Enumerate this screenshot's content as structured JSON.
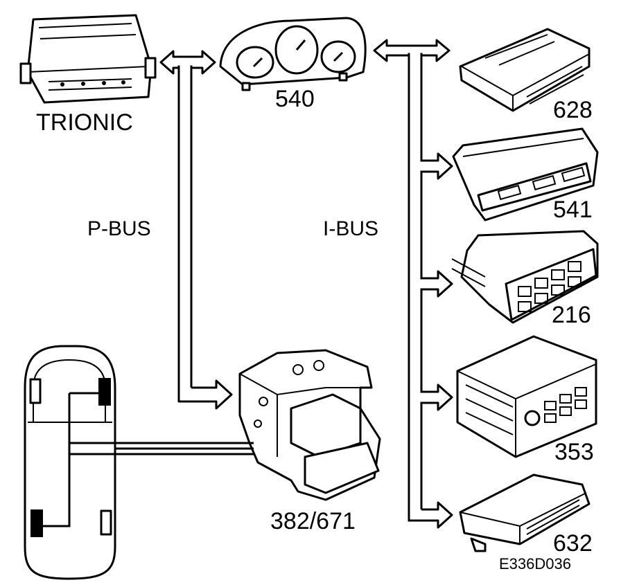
{
  "labels": {
    "trionic": "TRIONIC",
    "p_bus": "P-BUS",
    "i_bus": "I-BUS",
    "unit_540": "540",
    "unit_628": "628",
    "unit_541": "541",
    "unit_216": "216",
    "unit_353": "353",
    "unit_632": "632",
    "unit_abs": "382/671",
    "figure_code": "E336D036"
  }
}
